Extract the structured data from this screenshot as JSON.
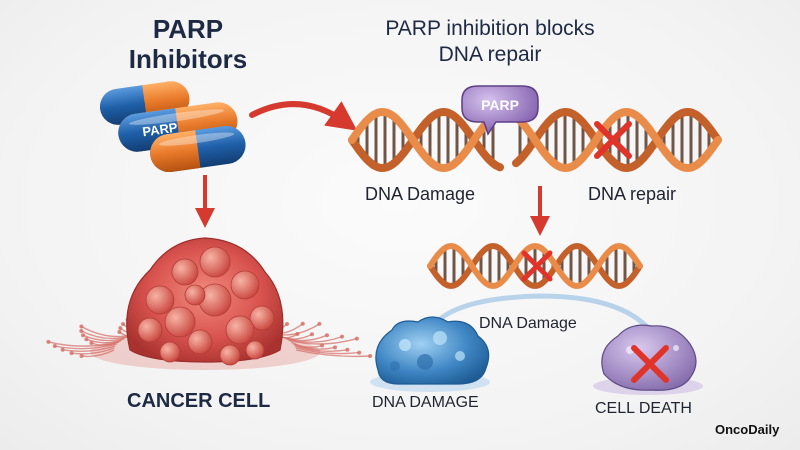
{
  "title": {
    "line1": "PARP",
    "line2": "Inhibitors"
  },
  "subtitle": {
    "line1": "PARP inhibition blocks",
    "line2": "DNA repair"
  },
  "pill_label": "PARP",
  "protein_label": "PARP",
  "captions": {
    "dna_damage": "DNA Damage",
    "dna_repair": "DNA repair",
    "dna_damage_2": "DNA Damage",
    "cancer_cell": "CANCER CELL",
    "dna_damage_caps": "DNA DAMAGE",
    "cell_death": "CELL DEATH"
  },
  "brand": "OncoDaily",
  "colors": {
    "pill_blue": "#1f5fa8",
    "pill_orange": "#e8792a",
    "dna_orange": "#e07a36",
    "arrow_red": "#d63a2f",
    "cross_red": "#e0342a",
    "cancer_red": "#d9534f",
    "protein_purple": "#8e6bb5",
    "damage_blue": "#3f86c4",
    "death_purple": "#9478b8"
  },
  "icons": [
    "pill-icon",
    "dna-helix-icon",
    "parp-protein-icon",
    "cross-mark-icon",
    "cancer-cell-icon",
    "damaged-cell-icon",
    "dead-cell-icon",
    "arrow-icon"
  ]
}
